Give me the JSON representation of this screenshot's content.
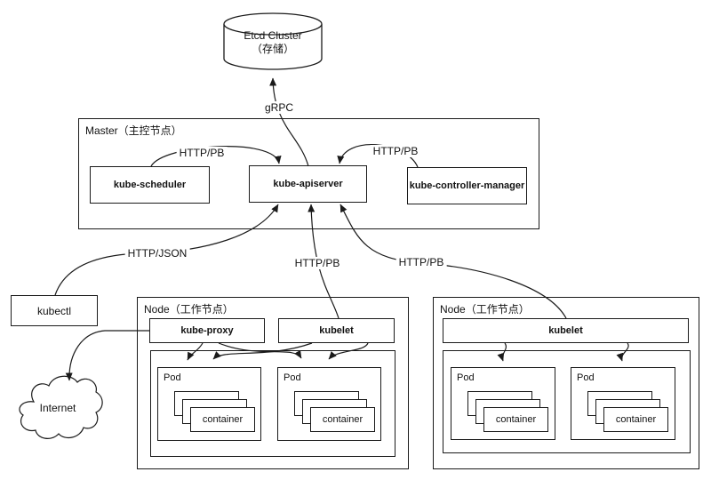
{
  "colors": {
    "stroke": "#1a1a1a",
    "background": "#ffffff"
  },
  "etcd": {
    "title": "Etcd Cluster",
    "subtitle": "（存储）"
  },
  "labels": {
    "grpc": "gRPC",
    "http_pb_scheduler": "HTTP/PB",
    "http_pb_controller": "HTTP/PB",
    "http_json": "HTTP/JSON",
    "http_pb_kubelet_node1": "HTTP/PB",
    "http_pb_kubelet_node2": "HTTP/PB"
  },
  "master": {
    "title": "Master（主控节点）",
    "scheduler": "kube-scheduler",
    "apiserver": "kube-apiserver",
    "controller_manager": "kube-controller-manager"
  },
  "kubectl": {
    "label": "kubectl"
  },
  "internet": {
    "label": "Internet"
  },
  "node1": {
    "title": "Node（工作节点）",
    "kube_proxy": "kube-proxy",
    "kubelet": "kubelet",
    "pods": [
      {
        "label": "Pod",
        "container": "container"
      },
      {
        "label": "Pod",
        "container": "container"
      }
    ]
  },
  "node2": {
    "title": "Node（工作节点）",
    "kubelet": "kubelet",
    "pods": [
      {
        "label": "Pod",
        "container": "container"
      },
      {
        "label": "Pod",
        "container": "container"
      }
    ]
  }
}
